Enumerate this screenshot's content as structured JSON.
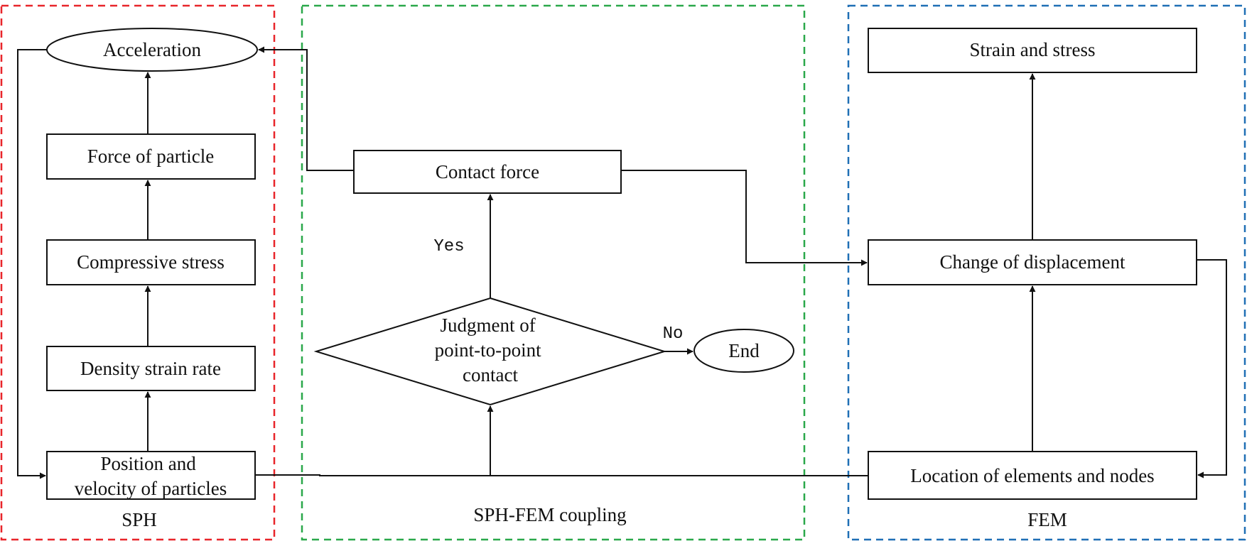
{
  "regions": {
    "sph": {
      "label": "SPH",
      "color": "#e8252a"
    },
    "coupling": {
      "label": "SPH-FEM coupling",
      "color": "#2aa84a"
    },
    "fem": {
      "label": "FEM",
      "color": "#1f6fb5"
    }
  },
  "nodes": {
    "acceleration": "Acceleration",
    "force_of_particle": "Force of particle",
    "compressive_stress": "Compressive stress",
    "density_strain_rate": "Density strain rate",
    "position_velocity": [
      "Position and",
      "velocity of particles"
    ],
    "contact_force": "Contact force",
    "judgment": [
      "Judgment of",
      "point-to-point",
      "contact"
    ],
    "end": "End",
    "strain_and_stress": "Strain and stress",
    "change_of_displacement": "Change of displacement",
    "location_elements_nodes": "Location of elements and nodes"
  },
  "edge_labels": {
    "yes": "Yes",
    "no": "No"
  },
  "colors": {
    "line": "#111111",
    "background": "#ffffff"
  }
}
